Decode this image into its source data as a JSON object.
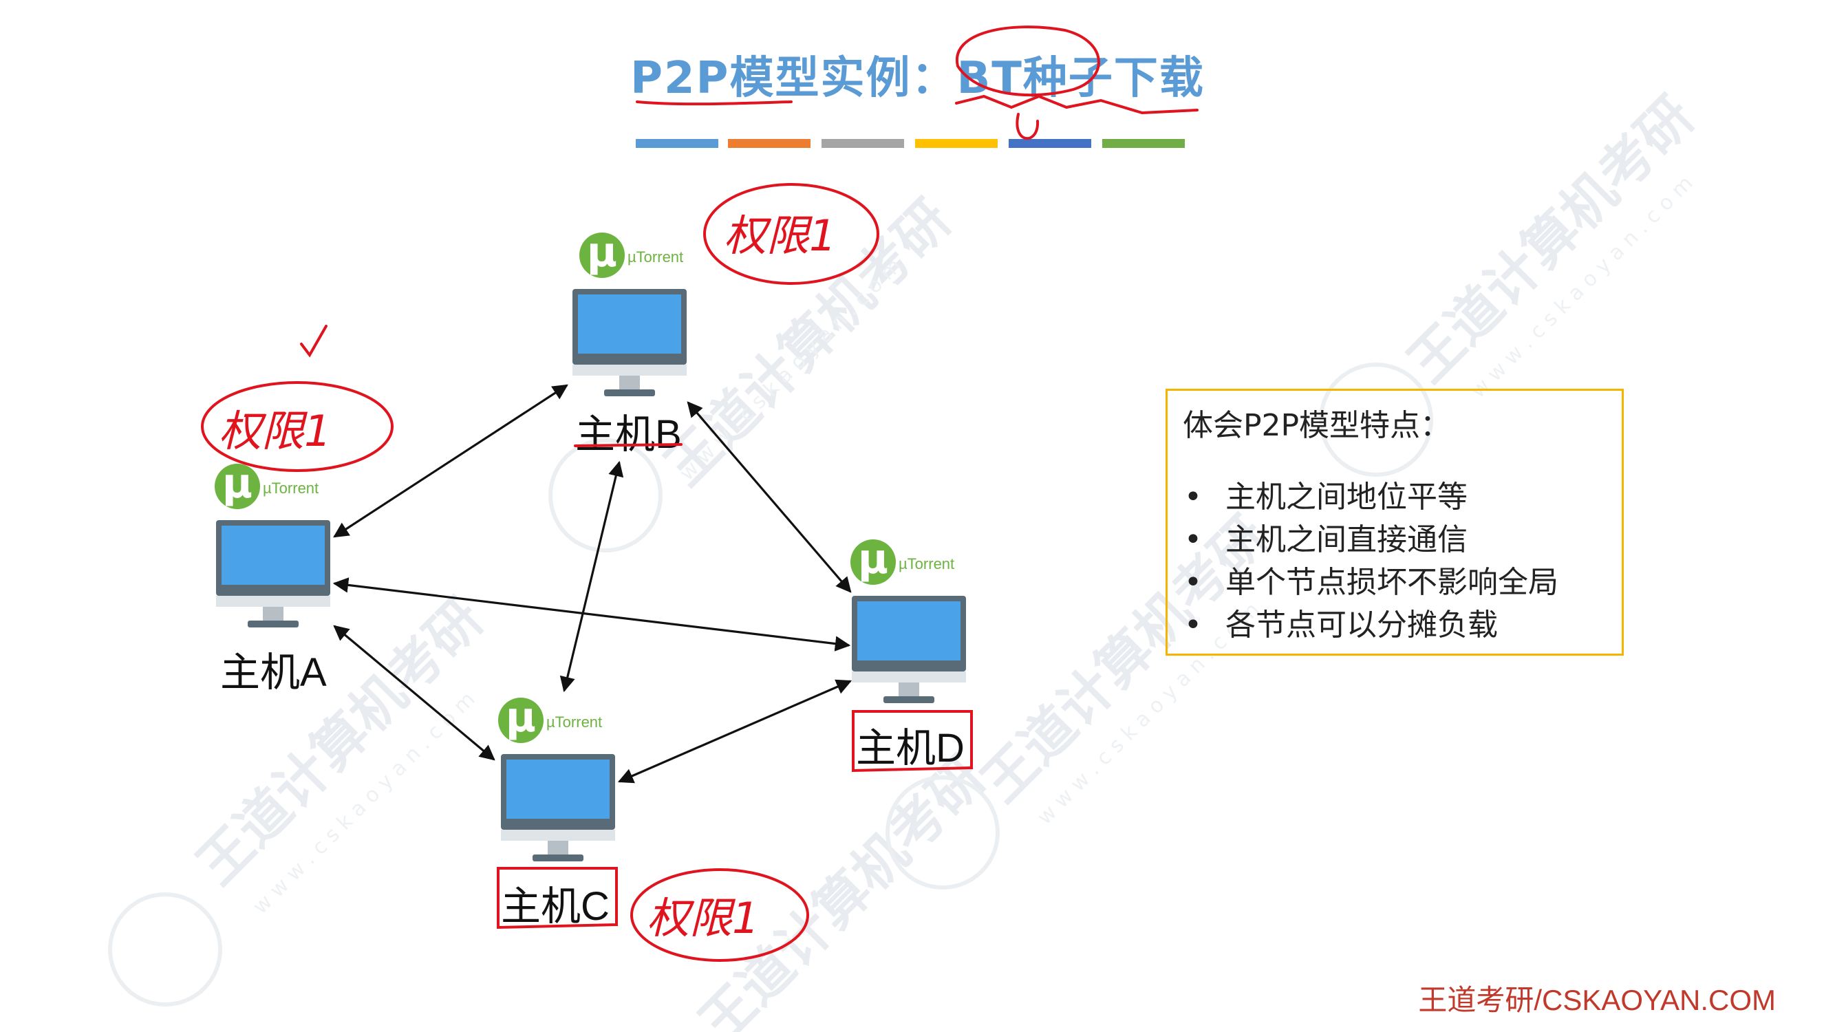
{
  "slide": {
    "title": "P2P模型实例：BT种子下载",
    "title_colors": [
      "#5b9bd5",
      "#ed7d31",
      "#a5a5a5",
      "#ffc000",
      "#4472c4",
      "#70ad47"
    ]
  },
  "hosts": [
    {
      "id": "A",
      "label": "主机A",
      "client": "µTorrent",
      "annotation": "权限1"
    },
    {
      "id": "B",
      "label": "主机B",
      "client": "µTorrent",
      "annotation": "权限1"
    },
    {
      "id": "C",
      "label": "主机C",
      "client": "µTorrent",
      "annotation": "权限1"
    },
    {
      "id": "D",
      "label": "主机D",
      "client": "µTorrent"
    }
  ],
  "infobox": {
    "heading": "体会P2P模型特点：",
    "bullet_symbol": "•",
    "items": [
      "主机之间地位平等",
      "主机之间直接通信",
      "单个节点损坏不影响全局",
      "各节点可以分摊负载"
    ]
  },
  "footer": {
    "brand": "王道考研/CSKAOYAN.COM"
  },
  "watermark": {
    "text_cn": "王道计算机考研",
    "text_url": "w w w . c s k a o y a n . c o m"
  },
  "colors": {
    "accent_blue": "#5b9bd5",
    "border_gold": "#f5b400",
    "utorrent_green": "#6cb33f",
    "ink_red": "#e0141e",
    "footer_red": "#c0392b"
  }
}
